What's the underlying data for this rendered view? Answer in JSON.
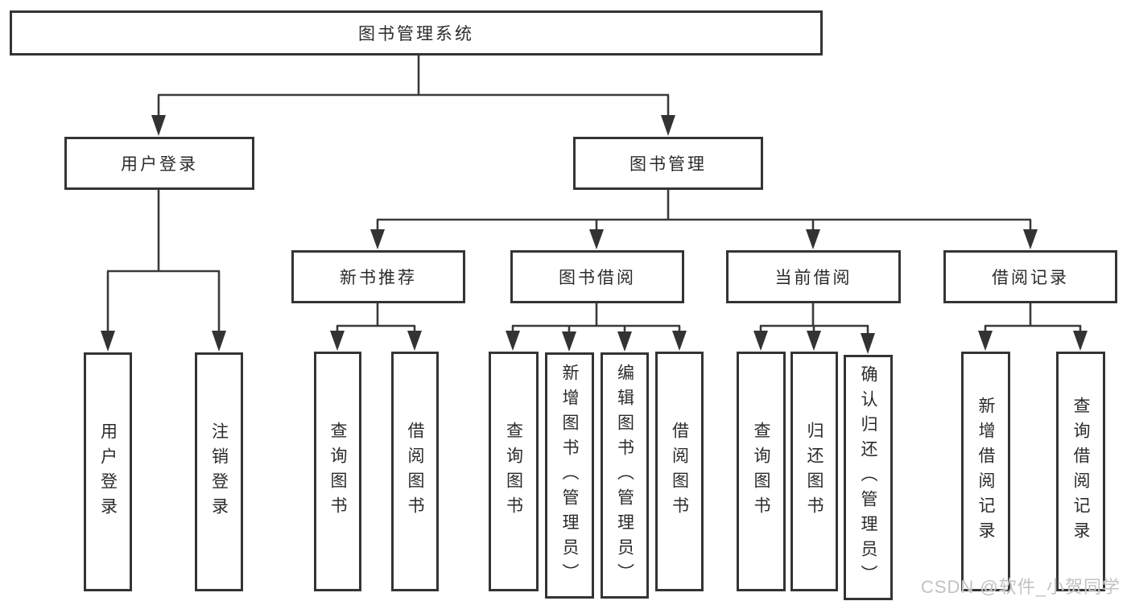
{
  "colors": {
    "line": "#3a3a3a",
    "box_border": "#343434",
    "box_fill": "#ffffff",
    "text": "#2b2b2b",
    "watermark": "#c3c1c1"
  },
  "watermark": {
    "text": "CSDN @软件_小贺同学"
  },
  "tree": {
    "root": {
      "label": "图书管理系统"
    },
    "children": [
      {
        "label": "用户登录",
        "children": [
          {
            "label": "用户登录"
          },
          {
            "label": "注销登录"
          }
        ]
      },
      {
        "label": "图书管理",
        "children": [
          {
            "label": "新书推荐",
            "children": [
              {
                "label": "查询图书"
              },
              {
                "label": "借阅图书"
              }
            ]
          },
          {
            "label": "图书借阅",
            "children": [
              {
                "label": "查询图书"
              },
              {
                "label": "新增图书（管理员）"
              },
              {
                "label": "编辑图书（管理员）"
              },
              {
                "label": "借阅图书"
              }
            ]
          },
          {
            "label": "当前借阅",
            "children": [
              {
                "label": "查询图书"
              },
              {
                "label": "归还图书"
              },
              {
                "label": "确认归还（管理员）"
              }
            ]
          },
          {
            "label": "借阅记录",
            "children": [
              {
                "label": "新增借阅记录"
              },
              {
                "label": "查询借阅记录"
              }
            ]
          }
        ]
      }
    ]
  }
}
